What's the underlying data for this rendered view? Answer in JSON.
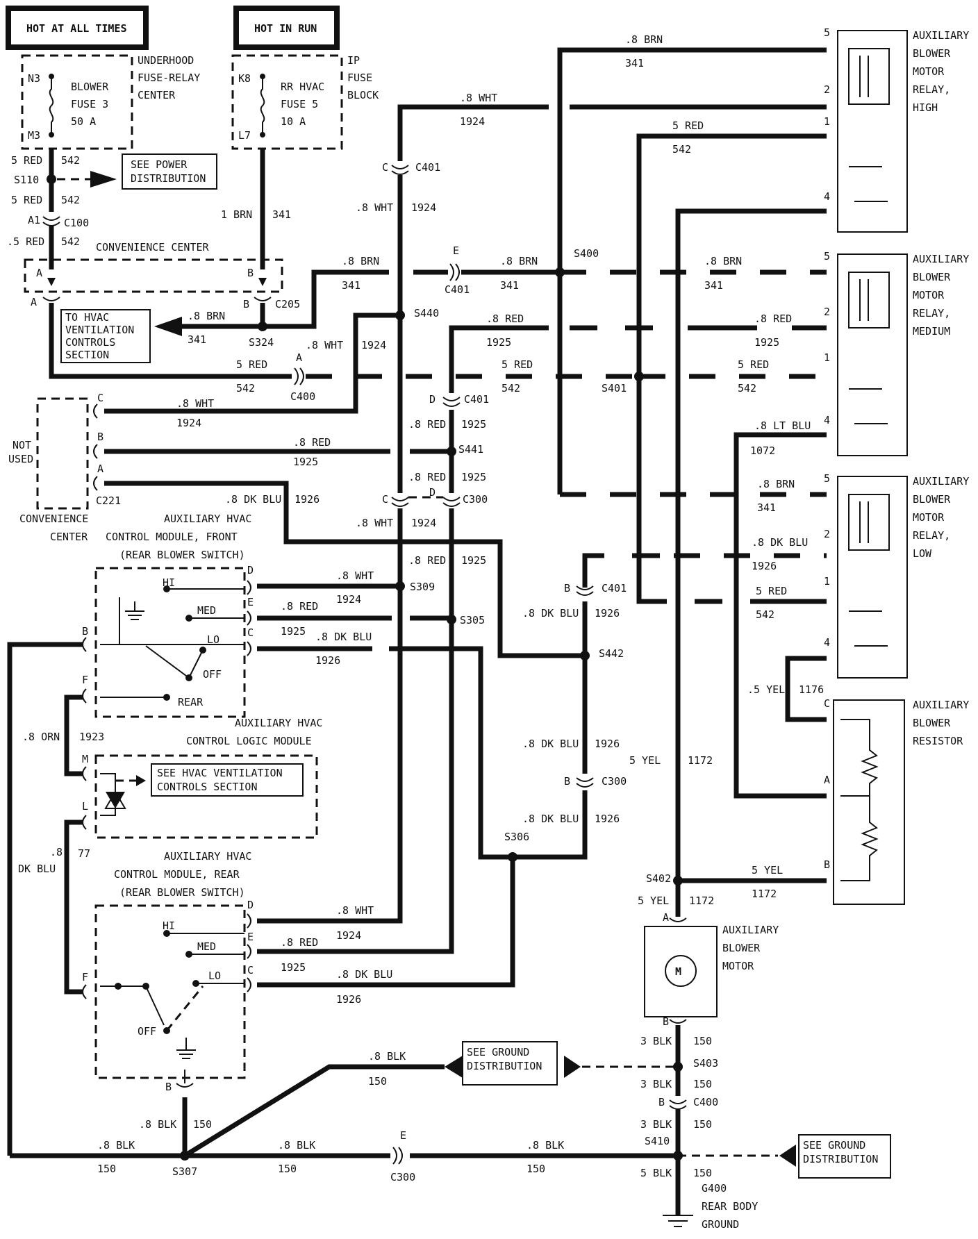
{
  "headers": {
    "hot_at_all_times": "HOT AT ALL TIMES",
    "hot_in_run": "HOT IN RUN"
  },
  "fuses": {
    "underhood": {
      "label": [
        "UNDERHOOD",
        "FUSE-RELAY",
        "CENTER"
      ],
      "fuse_lines": [
        "BLOWER",
        "FUSE 3",
        "50 A"
      ],
      "pins": [
        "N3",
        "M3"
      ]
    },
    "ip": {
      "label": [
        "IP",
        "FUSE",
        "BLOCK"
      ],
      "fuse_lines": [
        "RR HVAC",
        "FUSE 5",
        "10 A"
      ],
      "pins": [
        "K8",
        "L7"
      ]
    }
  },
  "splices": [
    "S110",
    "S324",
    "S440",
    "S400",
    "S401",
    "S441",
    "S309",
    "S305",
    "S442",
    "S306",
    "S402",
    "S403",
    "S410",
    "S307"
  ],
  "connectors": {
    "c100": "C100",
    "c205": "C205",
    "c400": "C400",
    "c401": "C401",
    "c221": "C221",
    "c300": "C300",
    "g400": "G400"
  },
  "wires": {
    "red5": "5 RED",
    "red_p5": ".5 RED",
    "red8": ".8 RED",
    "brn1": "1 BRN",
    "brn8": ".8 BRN",
    "wht8": ".8 WHT",
    "dkblu8": ".8 DK BLU",
    "ltblu8": ".8 LT BLU",
    "orn8": ".8 ORN",
    "yel5": "5 YEL",
    "yel_p5": ".5 YEL",
    "blk3": "3 BLK",
    "blk5": "5 BLK",
    "blk8": ".8 BLK",
    "dkblu_a": ".8",
    "dkblu_b": "DK BLU"
  },
  "circuits": {
    "c542": "542",
    "c341": "341",
    "c1924": "1924",
    "c1925": "1925",
    "c1926": "1926",
    "c1072": "1072",
    "c1176": "1176",
    "c1172": "1172",
    "c150": "150",
    "c1923": "1923",
    "c77": "77"
  },
  "components": {
    "conv_center": "CONVENIENCE CENTER",
    "conv_center_lines": [
      "CONVENIENCE",
      "CENTER"
    ],
    "not_used": [
      "NOT",
      "USED"
    ],
    "front_module": [
      "AUXILIARY HVAC",
      "CONTROL MODULE, FRONT",
      "(REAR BLOWER SWITCH)"
    ],
    "logic_module": [
      "AUXILIARY HVAC",
      "CONTROL LOGIC MODULE"
    ],
    "rear_module": [
      "AUXILIARY HVAC",
      "CONTROL MODULE, REAR",
      "(REAR BLOWER SWITCH)"
    ],
    "relay_high": [
      "AUXILIARY",
      "BLOWER",
      "MOTOR",
      "RELAY,",
      "HIGH"
    ],
    "relay_medium": [
      "AUXILIARY",
      "BLOWER",
      "MOTOR",
      "RELAY,",
      "MEDIUM"
    ],
    "relay_low": [
      "AUXILIARY",
      "BLOWER",
      "MOTOR",
      "RELAY,",
      "LOW"
    ],
    "resistor": [
      "AUXILIARY",
      "BLOWER",
      "RESISTOR"
    ],
    "motor": [
      "AUXILIARY",
      "BLOWER",
      "MOTOR"
    ],
    "motor_symbol": "M",
    "ground": [
      "REAR BODY",
      "GROUND"
    ],
    "switch_positions": {
      "hi": "HI",
      "med": "MED",
      "lo": "LO",
      "off": "OFF",
      "rear": "REAR"
    }
  },
  "references": {
    "power": [
      "SEE POWER",
      "DISTRIBUTION"
    ],
    "hvac_vent": [
      "TO HVAC",
      "VENTILATION",
      "CONTROLS",
      "SECTION"
    ],
    "hvac_see": [
      "SEE HVAC VENTILATION",
      "CONTROLS SECTION"
    ],
    "ground1": [
      "SEE GROUND",
      "DISTRIBUTION"
    ],
    "ground2": [
      "SEE GROUND",
      "DISTRIBUTION"
    ]
  },
  "pin_letters": {
    "A": "A",
    "B": "B",
    "C": "C",
    "D": "D",
    "E": "E",
    "F": "F",
    "L": "L",
    "M": "M",
    "A1": "A1",
    "n1": "1",
    "n2": "2",
    "n4": "4",
    "n5": "5"
  }
}
